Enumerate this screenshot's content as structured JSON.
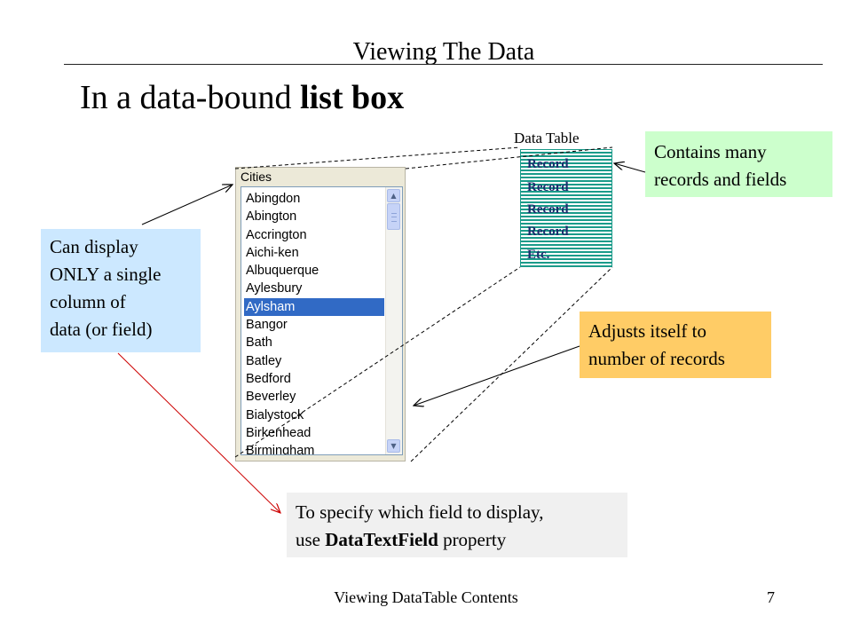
{
  "slide": {
    "header_title": "Viewing The Data",
    "heading_prefix": "In a data-bound ",
    "heading_bold": "list box",
    "footer_text": "Viewing DataTable Contents",
    "page_number": "7"
  },
  "listbox": {
    "label": "Cities",
    "items": [
      "Abingdon",
      "Abington",
      "Accrington",
      "Aichi-ken",
      "Albuquerque",
      "Aylesbury",
      "Aylsham",
      "Bangor",
      "Bath",
      "Batley",
      "Bedford",
      "Beverley",
      "Bialystock",
      "Birkenhead",
      "Birmingham"
    ],
    "selected_item": "Aylsham",
    "selection_color": "#316ac5"
  },
  "data_table": {
    "title": "Data Table",
    "rows": [
      "Record",
      "Record",
      "Record",
      "Record",
      "Etc."
    ],
    "stripe_color": "#1a9b8a"
  },
  "callouts": {
    "records": [
      "Contains many",
      "records and fields"
    ],
    "display": [
      "Can display",
      "ONLY a single",
      "column of",
      "data (or field)"
    ],
    "adjust": [
      "Adjusts itself to",
      "number of records"
    ],
    "field_line1": "To specify which field to display,",
    "field_line2_prefix": "use ",
    "field_line2_bold": "DataTextField",
    "field_line2_suffix": " property"
  },
  "icons": {
    "scroll_up": "scroll-up-arrow-icon",
    "scroll_down": "scroll-down-arrow-icon",
    "scroll_thumb": "scroll-thumb-grip-icon"
  },
  "colors": {
    "callout_records": "#ccffcc",
    "callout_display": "#cce8ff",
    "callout_adjust": "#ffcc66",
    "callout_field": "#f0f0f0"
  }
}
